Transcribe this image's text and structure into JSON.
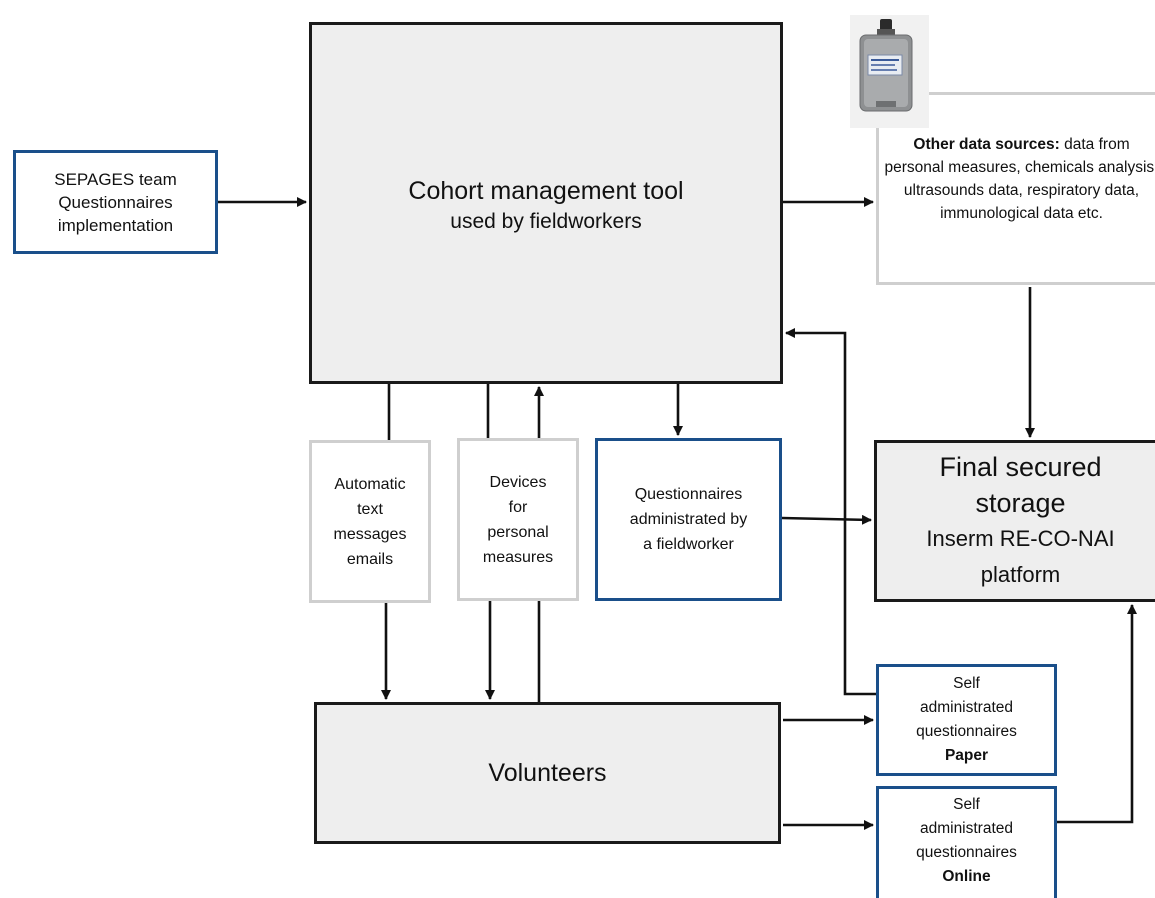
{
  "boxes": {
    "sepages": {
      "lines": [
        "SEPAGES team",
        "Questionnaires",
        "implementation"
      ]
    },
    "cohort": {
      "line1": "Cohort management tool",
      "line2": "used by fieldworkers"
    },
    "other_sources": {
      "bold": "Other data sources:",
      "rest": " data from personal measures, chemicals analysis, ultrasounds data, respiratory data, immunological data etc."
    },
    "automatic": {
      "lines": [
        "Automatic",
        "text",
        "messages",
        "emails"
      ]
    },
    "devices": {
      "lines": [
        "Devices",
        "for",
        "personal",
        "measures"
      ]
    },
    "questionnaires_fieldworker": {
      "lines": [
        "Questionnaires",
        "administrated by",
        "a fieldworker"
      ]
    },
    "final_storage": {
      "line1": "Final secured",
      "line2": "storage",
      "line3": "Inserm RE-CO-NAI",
      "line4": "platform"
    },
    "volunteers": {
      "label": "Volunteers"
    },
    "self_paper": {
      "lines": [
        "Self",
        "administrated",
        "questionnaires"
      ],
      "mode": "Paper"
    },
    "self_online": {
      "lines": [
        "Self",
        "administrated",
        "questionnaires"
      ],
      "mode": "Online"
    }
  },
  "colors": {
    "accent_border": "#1a4f8a",
    "light_border": "#cfcfcf",
    "dark_border": "#1a1a1a",
    "fill_gray": "#eeeeee"
  },
  "icons": {
    "device_image": "personal-measurement-device-photo"
  }
}
